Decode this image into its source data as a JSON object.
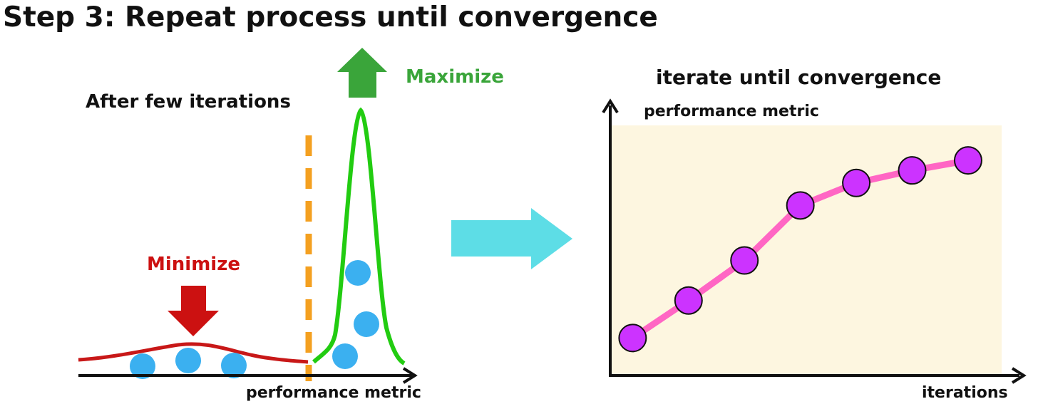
{
  "title": "Step 3: Repeat process until convergence",
  "left_panel": {
    "heading": "After few iterations",
    "maximize_label": "Maximize",
    "minimize_label": "Minimize",
    "x_axis_label": "performance metric"
  },
  "right_panel": {
    "heading": "iterate until convergence",
    "y_axis_label": "performance metric",
    "x_axis_label": "iterations"
  },
  "colors": {
    "maximize": "#3aa53a",
    "minimize": "#cc1111",
    "green_curve": "#22cc11",
    "red_curve": "#c81818",
    "threshold": "#f4a020",
    "points_blue": "#3bb0f0",
    "transition_arrow": "#5ddde6",
    "chart_background": "#fdf6e0",
    "line": "#ff66c4",
    "marker": "#cc33ff"
  },
  "chart_data": {
    "type": "line",
    "title": "iterate until convergence",
    "xlabel": "iterations",
    "ylabel": "performance metric",
    "x": [
      1,
      2,
      3,
      4,
      5,
      6,
      7
    ],
    "series": [
      {
        "values": [
          0.15,
          0.3,
          0.46,
          0.68,
          0.77,
          0.82,
          0.86
        ]
      }
    ],
    "xlim": [
      0.6,
      7.6
    ],
    "ylim": [
      0,
      1
    ],
    "grid": false
  }
}
